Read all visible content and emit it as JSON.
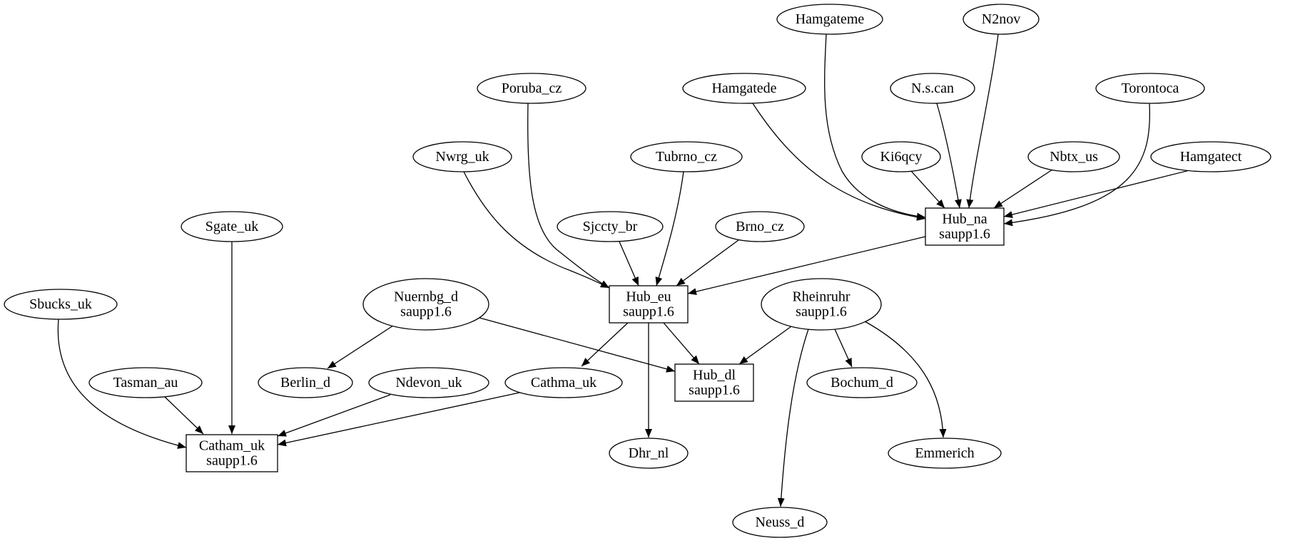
{
  "graph": {
    "type": "directed-graph",
    "nodes": [
      {
        "id": "hamgateme",
        "shape": "ellipse",
        "lines": [
          "Hamgateme"
        ]
      },
      {
        "id": "n2nov",
        "shape": "ellipse",
        "lines": [
          "N2nov"
        ]
      },
      {
        "id": "poruba_cz",
        "shape": "ellipse",
        "lines": [
          "Poruba_cz"
        ]
      },
      {
        "id": "hamgatede",
        "shape": "ellipse",
        "lines": [
          "Hamgatede"
        ]
      },
      {
        "id": "n_s_can",
        "shape": "ellipse",
        "lines": [
          "N.s.can"
        ]
      },
      {
        "id": "torontoca",
        "shape": "ellipse",
        "lines": [
          "Torontoca"
        ]
      },
      {
        "id": "nwrg_uk",
        "shape": "ellipse",
        "lines": [
          "Nwrg_uk"
        ]
      },
      {
        "id": "tubrno_cz",
        "shape": "ellipse",
        "lines": [
          "Tubrno_cz"
        ]
      },
      {
        "id": "ki6qcy",
        "shape": "ellipse",
        "lines": [
          "Ki6qcy"
        ]
      },
      {
        "id": "nbtx_us",
        "shape": "ellipse",
        "lines": [
          "Nbtx_us"
        ]
      },
      {
        "id": "hamgatect",
        "shape": "ellipse",
        "lines": [
          "Hamgatect"
        ]
      },
      {
        "id": "hub_na",
        "shape": "box",
        "lines": [
          "Hub_na",
          "saupp1.6"
        ]
      },
      {
        "id": "sgate_uk",
        "shape": "ellipse",
        "lines": [
          "Sgate_uk"
        ]
      },
      {
        "id": "sjccty_br",
        "shape": "ellipse",
        "lines": [
          "Sjccty_br"
        ]
      },
      {
        "id": "brno_cz",
        "shape": "ellipse",
        "lines": [
          "Brno_cz"
        ]
      },
      {
        "id": "sbucks_uk",
        "shape": "ellipse",
        "lines": [
          "Sbucks_uk"
        ]
      },
      {
        "id": "nuernbg_d",
        "shape": "ellipse",
        "lines": [
          "Nuernbg_d",
          "saupp1.6"
        ]
      },
      {
        "id": "hub_eu",
        "shape": "box",
        "lines": [
          "Hub_eu",
          "saupp1.6"
        ]
      },
      {
        "id": "rheinruhr",
        "shape": "ellipse",
        "lines": [
          "Rheinruhr",
          "saupp1.6"
        ]
      },
      {
        "id": "tasman_au",
        "shape": "ellipse",
        "lines": [
          "Tasman_au"
        ]
      },
      {
        "id": "berlin_d",
        "shape": "ellipse",
        "lines": [
          "Berlin_d"
        ]
      },
      {
        "id": "ndevon_uk",
        "shape": "ellipse",
        "lines": [
          "Ndevon_uk"
        ]
      },
      {
        "id": "cathma_uk",
        "shape": "ellipse",
        "lines": [
          "Cathma_uk"
        ]
      },
      {
        "id": "hub_dl",
        "shape": "box",
        "lines": [
          "Hub_dl",
          "saupp1.6"
        ]
      },
      {
        "id": "bochum_d",
        "shape": "ellipse",
        "lines": [
          "Bochum_d"
        ]
      },
      {
        "id": "catham_uk",
        "shape": "box",
        "lines": [
          "Catham_uk",
          "saupp1.6"
        ]
      },
      {
        "id": "dhr_nl",
        "shape": "ellipse",
        "lines": [
          "Dhr_nl"
        ]
      },
      {
        "id": "emmerich",
        "shape": "ellipse",
        "lines": [
          "Emmerich"
        ]
      },
      {
        "id": "neuss_d",
        "shape": "ellipse",
        "lines": [
          "Neuss_d"
        ]
      }
    ],
    "edges": [
      {
        "from": "hamgateme",
        "to": "hub_na"
      },
      {
        "from": "n2nov",
        "to": "hub_na"
      },
      {
        "from": "hamgatede",
        "to": "hub_na"
      },
      {
        "from": "n_s_can",
        "to": "hub_na"
      },
      {
        "from": "torontoca",
        "to": "hub_na"
      },
      {
        "from": "ki6qcy",
        "to": "hub_na"
      },
      {
        "from": "nbtx_us",
        "to": "hub_na"
      },
      {
        "from": "hamgatect",
        "to": "hub_na"
      },
      {
        "from": "hub_na",
        "to": "hub_eu"
      },
      {
        "from": "poruba_cz",
        "to": "hub_eu"
      },
      {
        "from": "nwrg_uk",
        "to": "hub_eu"
      },
      {
        "from": "tubrno_cz",
        "to": "hub_eu"
      },
      {
        "from": "sjccty_br",
        "to": "hub_eu"
      },
      {
        "from": "brno_cz",
        "to": "hub_eu"
      },
      {
        "from": "hub_eu",
        "to": "cathma_uk"
      },
      {
        "from": "hub_eu",
        "to": "dhr_nl"
      },
      {
        "from": "hub_eu",
        "to": "hub_dl"
      },
      {
        "from": "nuernbg_d",
        "to": "berlin_d"
      },
      {
        "from": "nuernbg_d",
        "to": "hub_dl"
      },
      {
        "from": "rheinruhr",
        "to": "hub_dl"
      },
      {
        "from": "rheinruhr",
        "to": "bochum_d"
      },
      {
        "from": "rheinruhr",
        "to": "emmerich"
      },
      {
        "from": "rheinruhr",
        "to": "neuss_d"
      },
      {
        "from": "sbucks_uk",
        "to": "catham_uk"
      },
      {
        "from": "sgate_uk",
        "to": "catham_uk"
      },
      {
        "from": "tasman_au",
        "to": "catham_uk"
      },
      {
        "from": "ndevon_uk",
        "to": "catham_uk"
      },
      {
        "from": "cathma_uk",
        "to": "catham_uk"
      }
    ]
  }
}
